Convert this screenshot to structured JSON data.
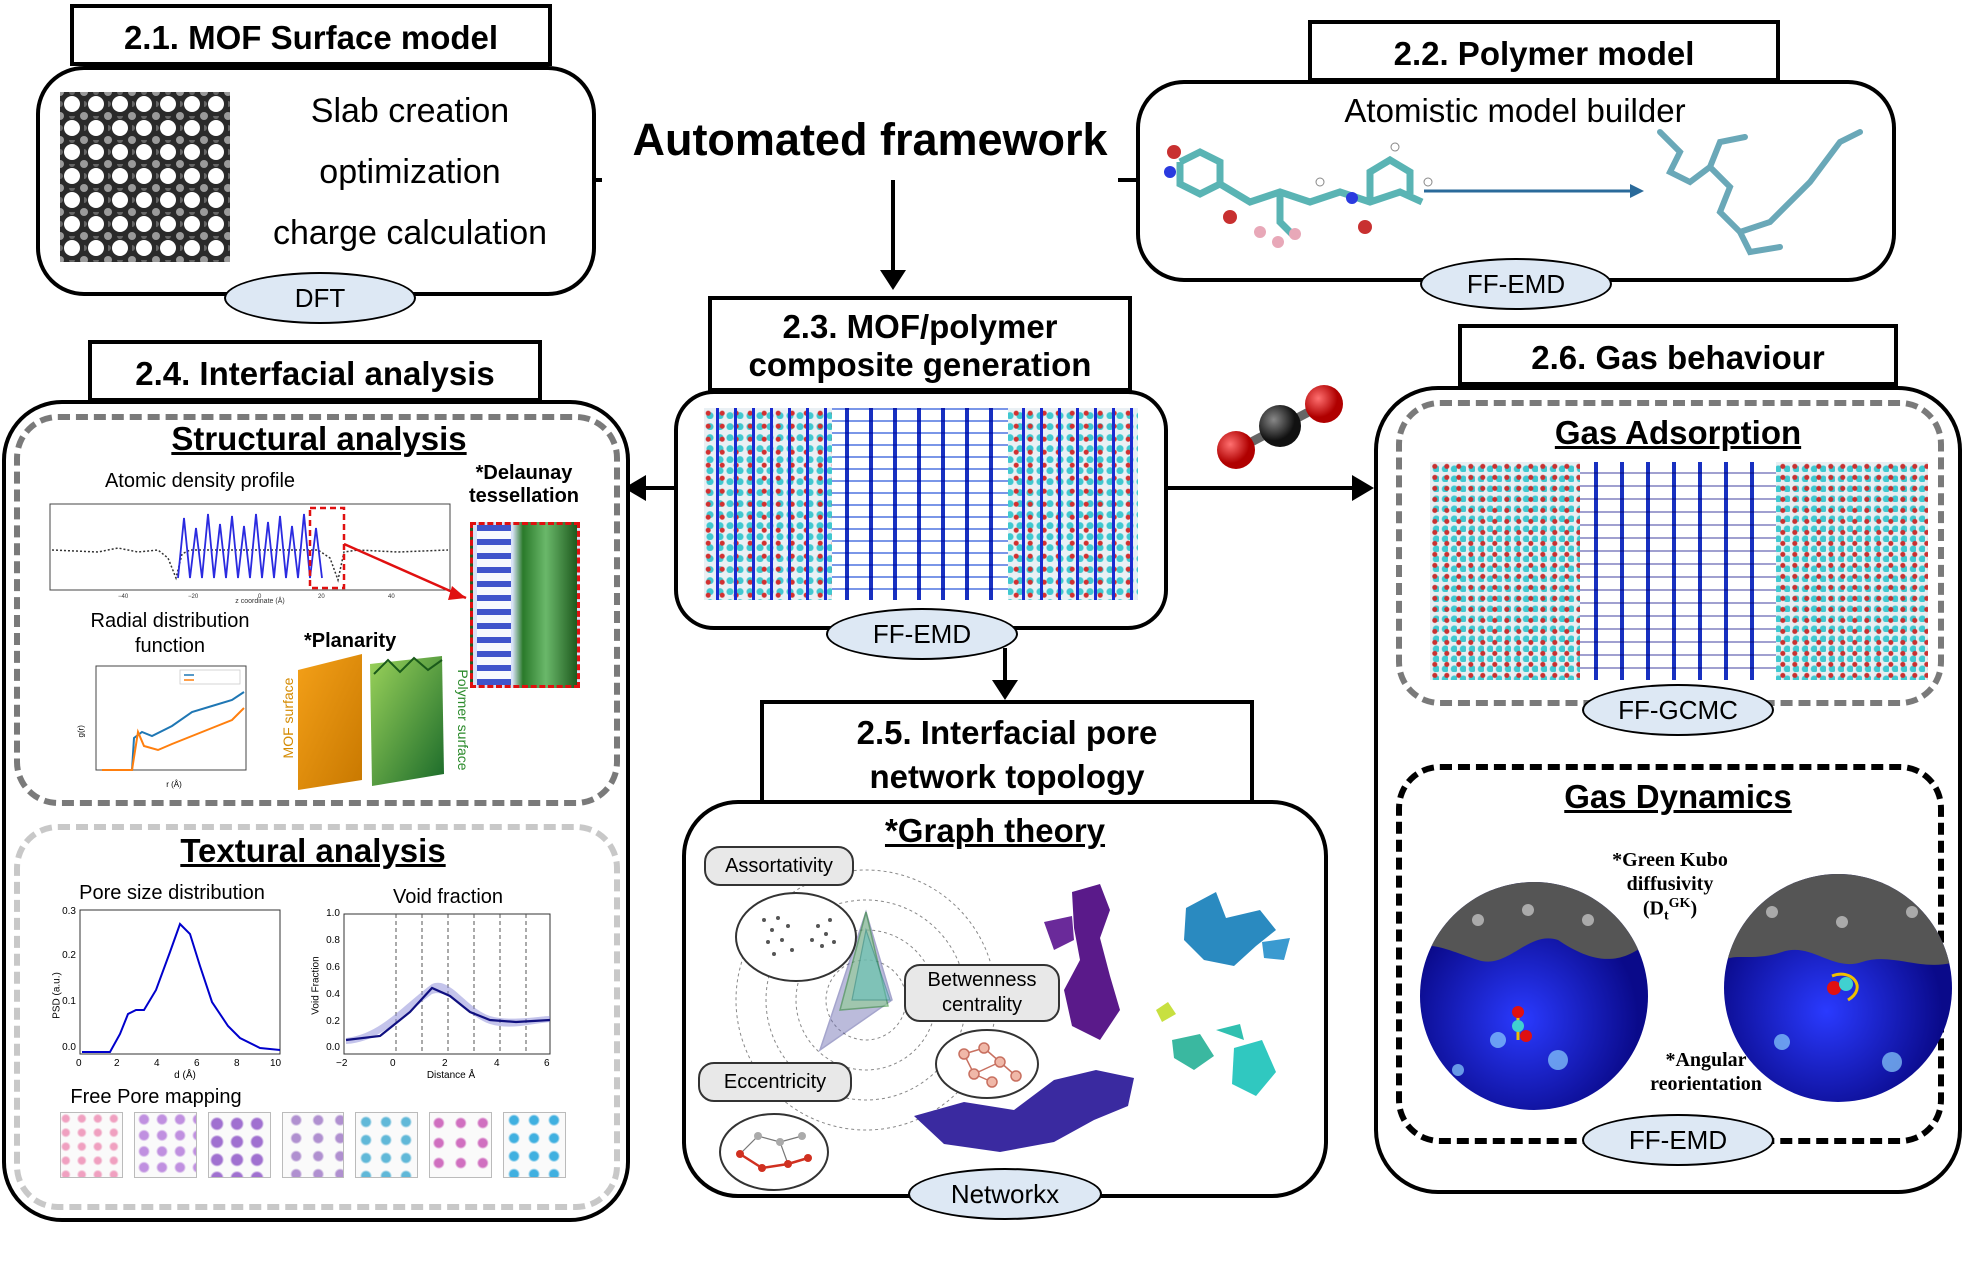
{
  "main_title": "Automated framework",
  "colors": {
    "pill_fill": "#dde8f4",
    "arrow_red": "#e01010",
    "blue": "#1010d0"
  },
  "s21": {
    "title": "2.1. MOF Surface model",
    "lines": [
      "Slab creation",
      "optimization",
      "charge calculation"
    ],
    "badge": "DFT"
  },
  "s22": {
    "title": "2.2. Polymer model",
    "caption": "Atomistic model builder",
    "badge": "FF-EMD"
  },
  "s23": {
    "title_line1": "2.3. MOF/polymer",
    "title_line2": "composite generation",
    "badge": "FF-EMD"
  },
  "s24": {
    "title": "2.4. Interfacial analysis",
    "structural": {
      "heading": "Structural analysis",
      "density_label": "Atomic density profile",
      "delaunay_l1": "*Delaunay",
      "delaunay_l2": "tessellation",
      "rdf_l1": "Radial distribution",
      "rdf_l2": "function",
      "planarity": "*Planarity",
      "mof_surface": "MOF surface",
      "polymer_surface": "Polymer surface",
      "density_xlabel": "z coordinate (Å)",
      "rdf_xlabel": "r (Å)",
      "rdf_ylabel": "g(r)"
    },
    "textural": {
      "heading": "Textural analysis",
      "psd_label": "Pore size distribution",
      "void_label": "Void fraction",
      "mapping_label": "Free Pore mapping",
      "psd_xlabel": "d (Å)",
      "psd_ylabel": "PSD (a.u.)",
      "psd_yticks": [
        "0.3",
        "0.2",
        "0.1",
        "0.0"
      ],
      "psd_xticks": [
        "0",
        "2",
        "4",
        "6",
        "8",
        "10"
      ],
      "void_xlabel": "Distance Å",
      "void_ylabel": "Void Fraction",
      "void_yticks": [
        "1.0",
        "0.8",
        "0.6",
        "0.4",
        "0.2",
        "0.0"
      ],
      "void_xticks": [
        "−2",
        "0",
        "2",
        "4",
        "6"
      ]
    }
  },
  "s25": {
    "title_line1": "2.5. Interfacial pore",
    "title_line2": "network topology",
    "graph_heading": "*Graph theory",
    "assortativity": "Assortativity",
    "betweenness_l1": "Betwenness",
    "betweenness_l2": "centrality",
    "eccentricity": "Eccentricity",
    "badge": "Networkx"
  },
  "s26": {
    "title": "2.6. Gas behaviour",
    "adsorption": "Gas Adsorption",
    "adsorption_badge": "FF-GCMC",
    "dynamics": "Gas Dynamics",
    "gk_l1": "*Green Kubo",
    "gk_l2": "diffusivity",
    "gk_l3": "(D",
    "gk_sub": "t",
    "gk_sup": "GK",
    "gk_l3_end": ")",
    "angular_l1": "*Angular",
    "angular_l2": "reorientation",
    "dynamics_badge": "FF-EMD"
  }
}
